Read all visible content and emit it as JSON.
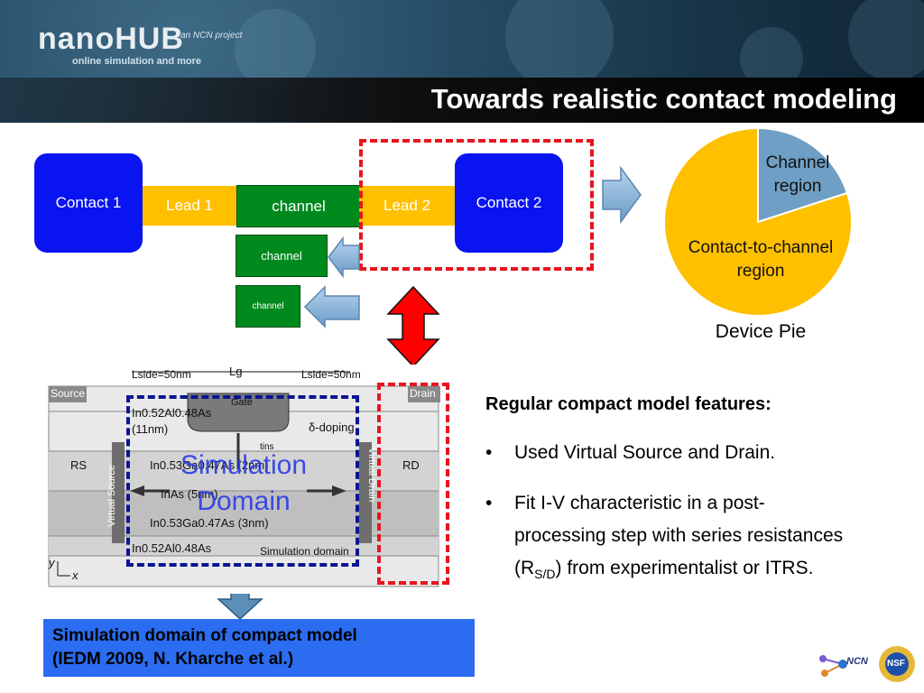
{
  "header": {
    "logo_text": "nanoHUB",
    "logo_subtitle": "online simulation and more",
    "logo_partner": "an NCN project",
    "title": "Towards realistic contact modeling"
  },
  "schematic": {
    "contact1": "Contact 1",
    "lead1": "Lead 1",
    "channel_main": "channel",
    "lead2": "Lead 2",
    "contact2": "Contact 2",
    "channel_medium": "channel",
    "channel_small": "channel"
  },
  "pie": {
    "caption": "Device Pie",
    "slices": [
      {
        "label_line1": "Channel",
        "label_line2": "region",
        "fraction": 0.2,
        "color": "#6f9fc4"
      },
      {
        "label_line1": "Contact-to-channel",
        "label_line2": "region",
        "fraction": 0.8,
        "color": "#ffc000"
      }
    ]
  },
  "device_figure": {
    "lside_left": "Lside=50nm",
    "lg": "Lg",
    "lside_right": "Lside=50nm",
    "source": "Source",
    "drain": "Drain",
    "gate": "Gate",
    "layer1": "In0.52Al0.48As",
    "layer1_thick": "(11nm)",
    "delta_doping": "δ-doping",
    "tins": "tins",
    "layer2": "In0.53Ga0.47As (2nm)",
    "layer3": "InAs (5nm)",
    "layer4": "In0.53Ga0.47As (3nm)",
    "layer5": "In0.52Al0.48As",
    "sim_domain": "Simulation domain",
    "rs": "RS",
    "rd": "RD",
    "virtual_source": "Virtual Source",
    "virtual_drain": "Virtual Drain",
    "axis_y": "y",
    "axis_x": "x",
    "overlay_line1": "Simulation",
    "overlay_line2": "Domain"
  },
  "features": {
    "title": "Regular compact model features:",
    "bullet_char": "•",
    "bullet1": "Used Virtual Source and Drain.",
    "bullet2_line1": "Fit I-V characteristic in a post-",
    "bullet2_line2": "processing step with series resistances",
    "bullet2_line3_pre": "(R",
    "bullet2_line3_sub": "S/D",
    "bullet2_line3_post": ") from experimentalist or ITRS."
  },
  "caption": {
    "line1": "Simulation domain of compact model",
    "line2": "(IEDM 2009, N. Kharche et al.)"
  },
  "footer": {
    "ncn_logo": "NCN",
    "nsf_logo": "NSF"
  }
}
